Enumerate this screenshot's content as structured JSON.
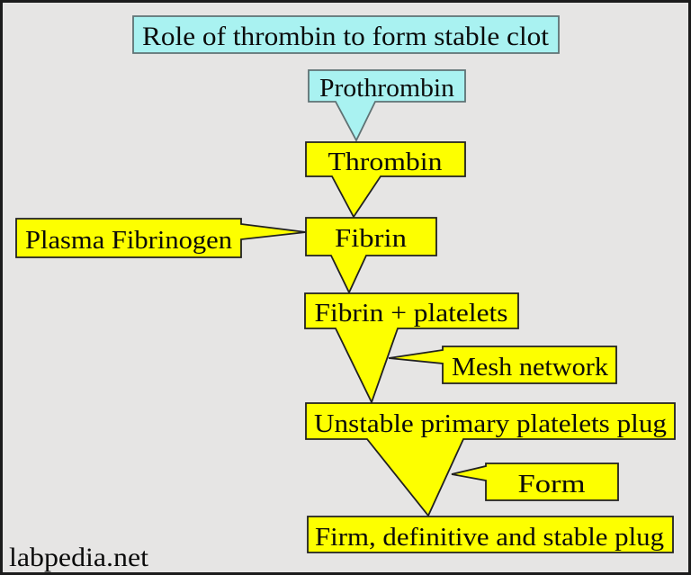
{
  "colors": {
    "background": "#e6e5e4",
    "frame_border": "#1c1c1c",
    "cyan_fill": "#a9f2f1",
    "cyan_border": "#5f7274",
    "yellow_fill": "#fdff00",
    "yellow_border": "#212121",
    "text": "#0b0b0b"
  },
  "nodes": {
    "title": {
      "label": "Role of thrombin to form stable clot"
    },
    "prothrombin": {
      "label": "Prothrombin"
    },
    "thrombin": {
      "label": "Thrombin"
    },
    "plasma_fibrinogen": {
      "label": "Plasma Fibrinogen"
    },
    "fibrin": {
      "label": "Fibrin"
    },
    "fibrin_platelets": {
      "label": "Fibrin + platelets"
    },
    "mesh_network": {
      "label": "Mesh network"
    },
    "unstable_plug": {
      "label": "Unstable primary platelets plug"
    },
    "form": {
      "label": "Form"
    },
    "stable_plug": {
      "label": "Firm, definitive and stable plug"
    }
  },
  "watermark": "labpedia.net",
  "diagram_data": {
    "type": "flowchart",
    "title": "Role of thrombin to form stable clot",
    "main_flow": [
      "Prothrombin",
      "Thrombin",
      "Fibrin",
      "Fibrin + platelets",
      "Unstable primary platelets plug",
      "Firm, definitive and stable plug"
    ],
    "side_connections": [
      {
        "label": "Plasma Fibrinogen",
        "attaches_to": "Fibrin",
        "side": "left"
      },
      {
        "label": "Mesh network",
        "attaches_to": "arrow: Fibrin + platelets -> Unstable primary platelets plug",
        "side": "right"
      },
      {
        "label": "Form",
        "attaches_to": "arrow: Unstable primary platelets plug -> Firm, definitive and stable plug",
        "side": "right"
      }
    ],
    "node_styles": {
      "cyan_nodes": [
        "Role of thrombin to form stable clot",
        "Prothrombin"
      ],
      "yellow_nodes": [
        "Thrombin",
        "Plasma Fibrinogen",
        "Fibrin",
        "Fibrin + platelets",
        "Mesh network",
        "Unstable primary platelets plug",
        "Form",
        "Firm, definitive and stable plug"
      ]
    }
  }
}
